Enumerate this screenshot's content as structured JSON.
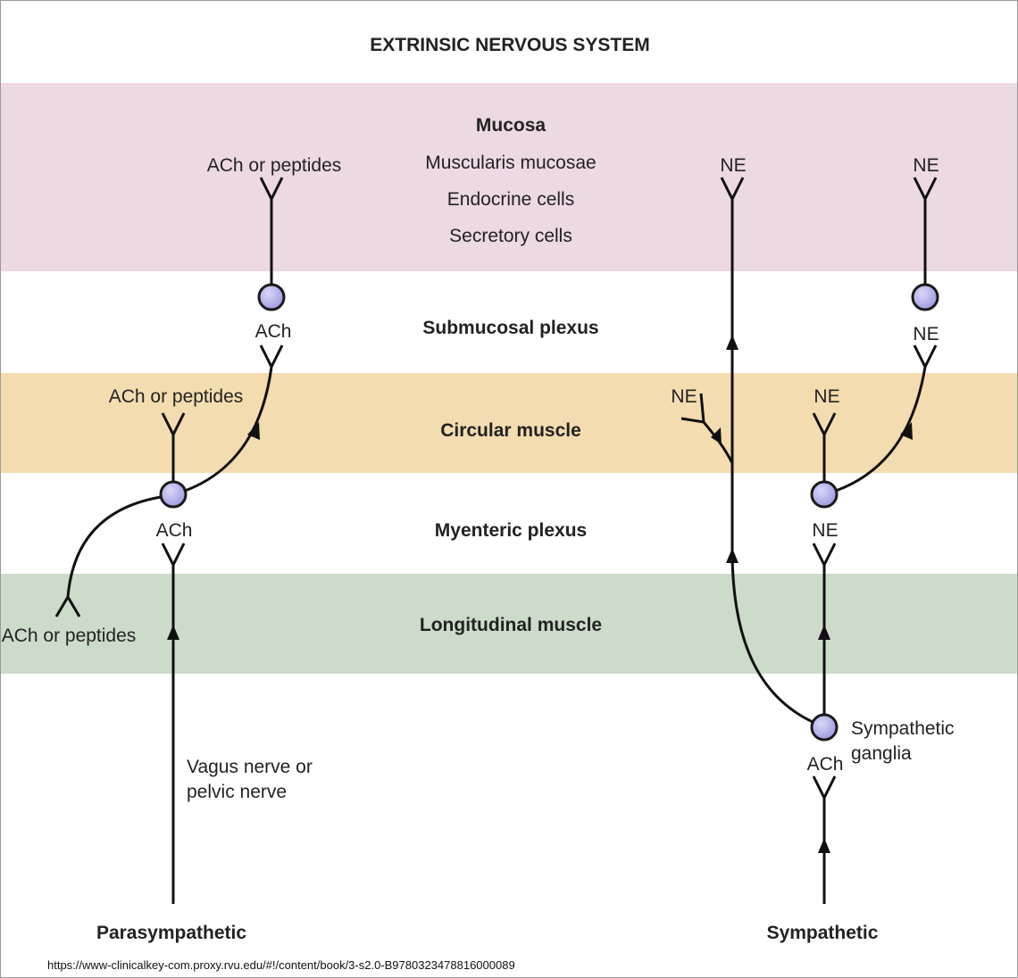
{
  "title": "EXTRINSIC NERVOUS SYSTEM",
  "colors": {
    "mucosa_band": "#ecd9e3",
    "circular_band": "#f3dcaf",
    "longitudinal_band": "#cddbca",
    "neuron_fill": "#9a98e0",
    "line": "#111111"
  },
  "layers": {
    "mucosa": "Mucosa",
    "muscularis_mucosae": "Muscularis mucosae",
    "endocrine_cells": "Endocrine cells",
    "secretory_cells": "Secretory cells",
    "submucosal_plexus": "Submucosal plexus",
    "circular_muscle": "Circular muscle",
    "myenteric_plexus": "Myenteric plexus",
    "longitudinal_muscle": "Longitudinal muscle"
  },
  "parasympathetic": {
    "label": "Parasympathetic",
    "nerve_label_line1": "Vagus nerve or",
    "nerve_label_line2": "pelvic nerve",
    "mucosa_terminal": "ACh or peptides",
    "submucosal_input": "ACh",
    "circular_terminal": "ACh or peptides",
    "myenteric_input": "ACh",
    "longitudinal_terminal": "ACh or peptides"
  },
  "sympathetic": {
    "label": "Sympathetic",
    "ganglia_line1": "Sympathetic",
    "ganglia_line2": "ganglia",
    "ganglia_input": "ACh",
    "mucosa_terminal_direct": "NE",
    "mucosa_terminal_submucosal": "NE",
    "submucosal_input": "NE",
    "circular_branch_terminal": "NE",
    "circular_terminal": "NE",
    "myenteric_input": "NE"
  },
  "source_url": "https://www-clinicalkey-com.proxy.rvu.edu/#!/content/book/3-s2.0-B9780323478816000089"
}
